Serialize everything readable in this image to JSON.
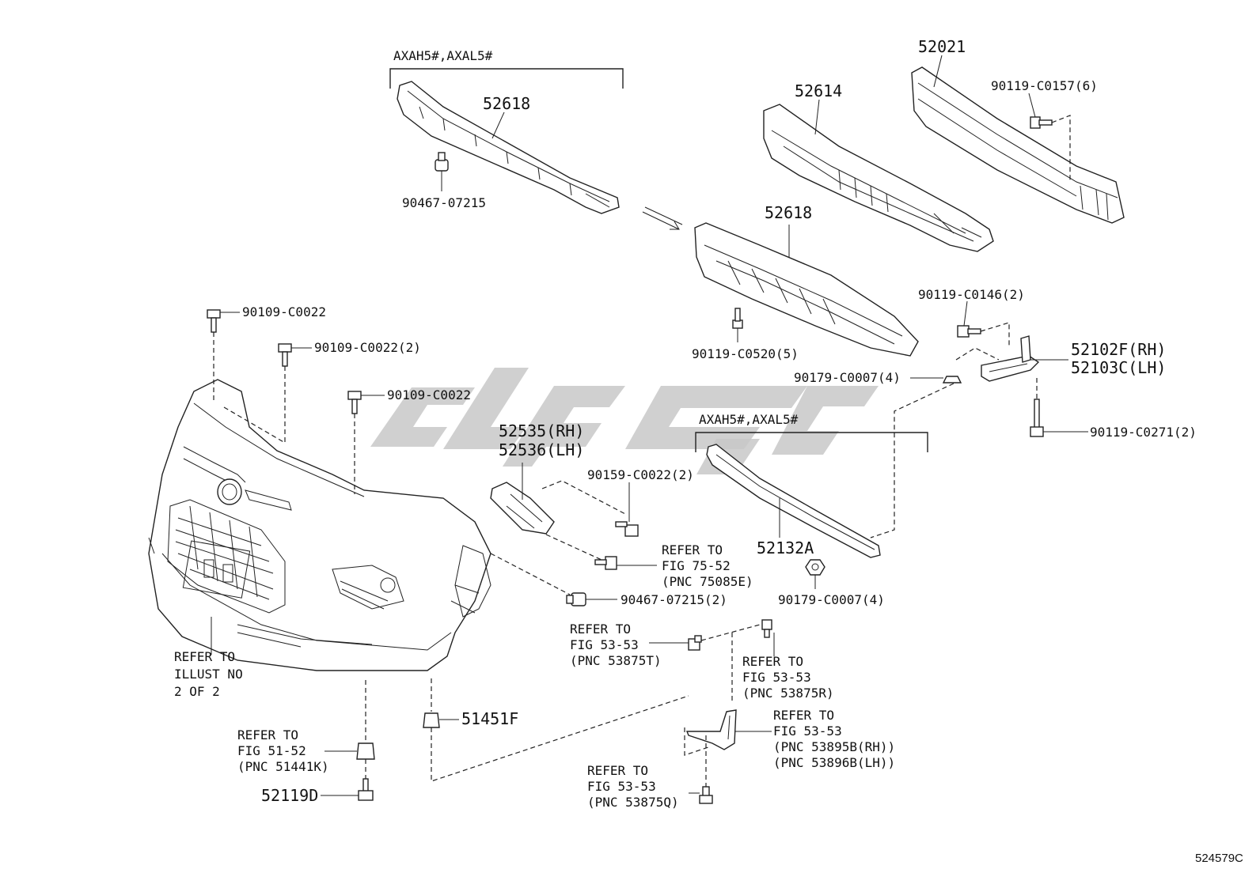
{
  "figure_number": "524579C",
  "labels": {
    "l1": "AXAH5#,AXAL5#",
    "l2": "52618",
    "l3": "90467-07215",
    "l4": "52614",
    "l5": "52021",
    "l6": "90119-C0157(6)",
    "l7": "52618",
    "l8": "90119-C0520(5)",
    "l9": "90119-C0146(2)",
    "l10a": "52102F(RH)",
    "l10b": "52103C(LH)",
    "l11": "90179-C0007(4)",
    "l12": "90119-C0271(2)",
    "l13": "90109-C0022",
    "l14": "90109-C0022(2)",
    "l15": "90109-C0022",
    "l16a": "52535(RH)",
    "l16b": "52536(LH)",
    "l17": "90159-C0022(2)",
    "l18": "AXAH5#,AXAL5#",
    "l19": "52132A",
    "l20a": "REFER TO",
    "l20b": "FIG 75-52",
    "l20c": "(PNC 75085E)",
    "l21": "90467-07215(2)",
    "l22": "90179-C0007(4)",
    "l23a": "REFER TO",
    "l23b": "ILLUST NO",
    "l23c": "2 OF 2",
    "l24a": "REFER TO",
    "l24b": "FIG 53-53",
    "l24c": "(PNC 53875T)",
    "l25a": "REFER TO",
    "l25b": "FIG 53-53",
    "l25c": "(PNC 53875R)",
    "l26": "51451F",
    "l27a": "REFER TO",
    "l27b": "FIG 53-53",
    "l27c": "(PNC 53895B(RH))",
    "l27d": "(PNC 53896B(LH))",
    "l28a": "REFER TO",
    "l28b": "FIG 51-52",
    "l28c": "(PNC 51441K)",
    "l29": "52119D",
    "l30a": "REFER TO",
    "l30b": "FIG 53-53",
    "l30c": "(PNC 53875Q)"
  }
}
